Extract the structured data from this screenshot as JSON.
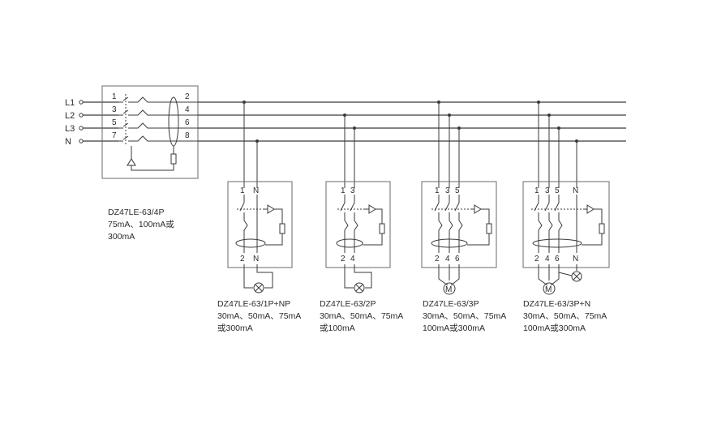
{
  "lines": {
    "l1": "L1",
    "l2": "L2",
    "l3": "L3",
    "n": "N"
  },
  "main_breaker": {
    "in_terminals": [
      "1",
      "3",
      "5",
      "7"
    ],
    "out_terminals": [
      "2",
      "4",
      "6",
      "8"
    ],
    "caption": [
      "DZ47LE-63/4P",
      "75mA、100mA或",
      "300mA"
    ]
  },
  "breakers": [
    {
      "top_terminals": [
        "1",
        "N"
      ],
      "bottom_terminals": [
        "2",
        "N"
      ],
      "load": "lamp",
      "caption": [
        "DZ47LE-63/1P+NP",
        "30mA、50mA、75mA",
        "或300mA"
      ]
    },
    {
      "top_terminals": [
        "1",
        "3"
      ],
      "bottom_terminals": [
        "2",
        "4"
      ],
      "load": "lamp",
      "caption": [
        "DZ47LE-63/2P",
        "30mA、50mA、75mA",
        "或100mA"
      ]
    },
    {
      "top_terminals": [
        "1",
        "3",
        "5"
      ],
      "bottom_terminals": [
        "2",
        "4",
        "6"
      ],
      "load": "motor",
      "motor_label": "M",
      "caption": [
        "DZ47LE-63/3P",
        "30mA、50mA、75mA",
        "100mA或300mA"
      ]
    },
    {
      "top_terminals": [
        "1",
        "3",
        "5",
        "N"
      ],
      "bottom_terminals": [
        "2",
        "4",
        "6",
        "N"
      ],
      "load": "motor+lamp",
      "motor_label": "M",
      "caption": [
        "DZ47LE-63/3P+N",
        "30mA、50mA、75mA",
        "100mA或300mA"
      ]
    }
  ]
}
